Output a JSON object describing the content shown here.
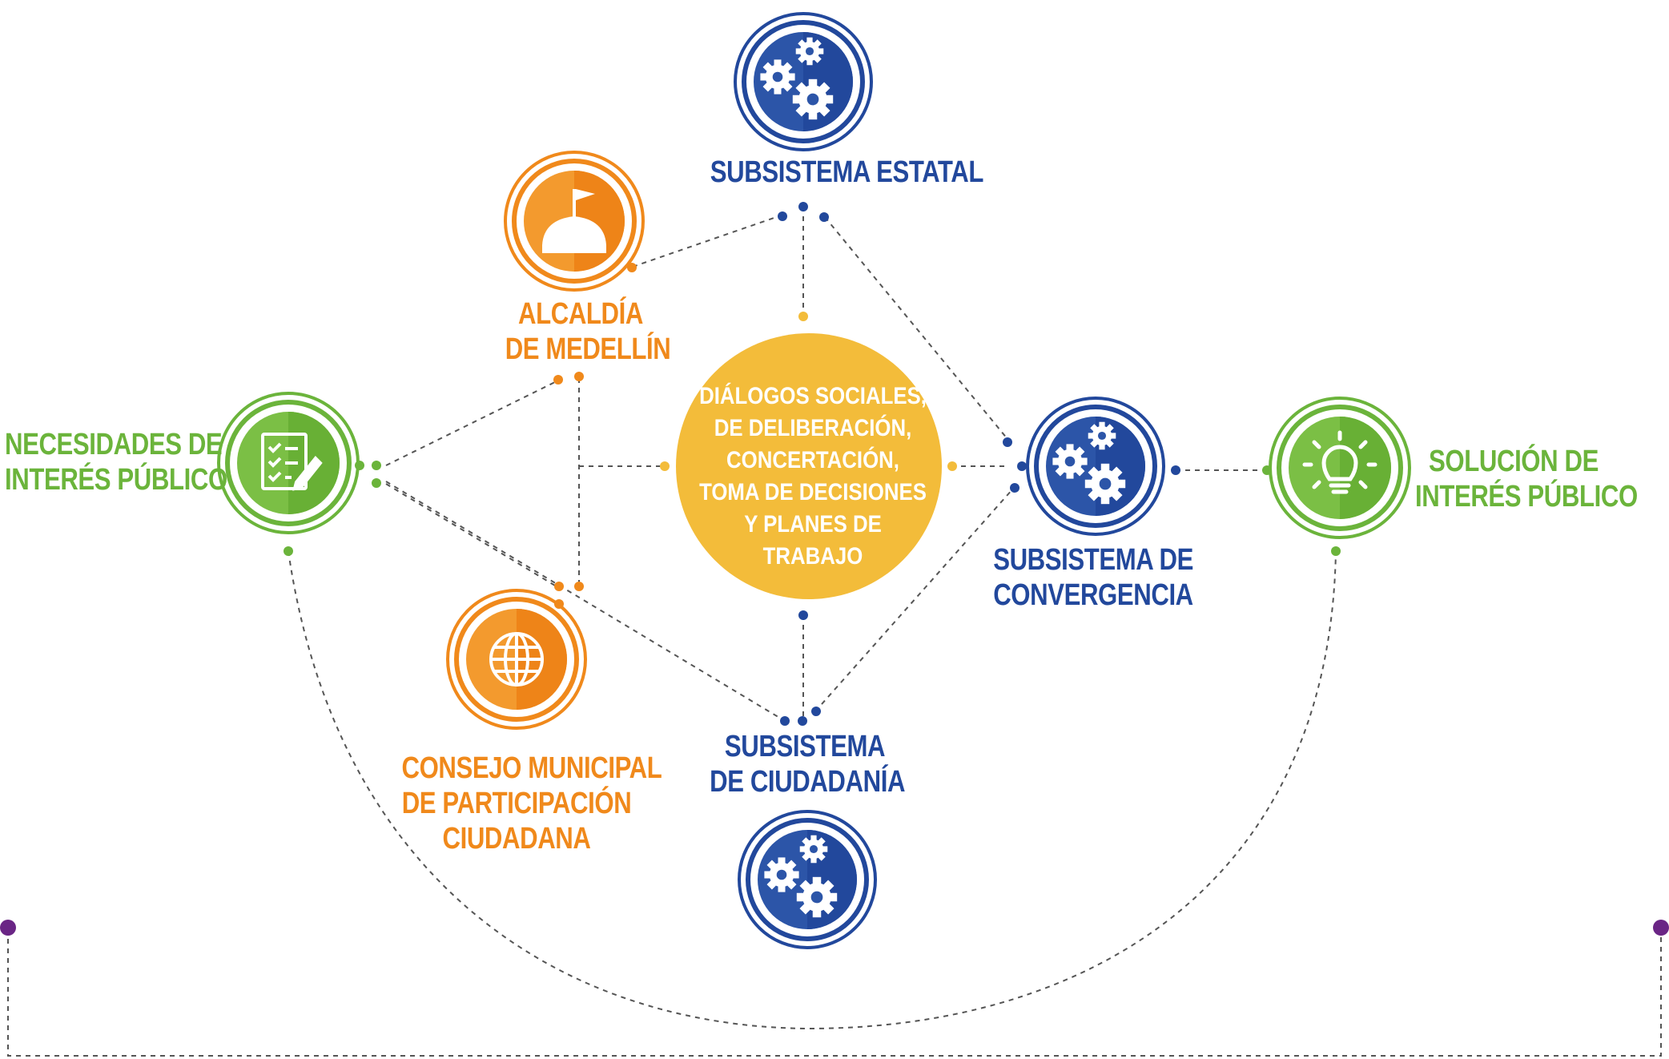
{
  "colors": {
    "blue": "#22489c",
    "orange": "#f0891b",
    "green": "#6bb43b",
    "yellow": "#f3bc3a",
    "purple": "#6a2585",
    "line": "#555555"
  },
  "center": {
    "lines": [
      "DIÁLOGOS SOCIALES,",
      "DE DELIBERACIÓN,",
      "CONCERTACIÓN,",
      "TOMA DE DECISIONES",
      "Y PLANES DE TRABAJO"
    ]
  },
  "nodes": {
    "estatal": {
      "lines": [
        "SUBSISTEMA ESTATAL"
      ],
      "icon": "gears-icon"
    },
    "alcaldia": {
      "lines": [
        "ALCALDÍA",
        "DE MEDELLÍN"
      ],
      "icon": "flag-dome-icon"
    },
    "necesidades": {
      "lines": [
        "NECESIDADES DE",
        "INTERÉS PÚBLICO"
      ],
      "icon": "checklist-pen-icon"
    },
    "consejo": {
      "lines": [
        "CONSEJO MUNICIPAL",
        "DE PARTICIPACIÓN",
        "CIUDADANA"
      ],
      "icon": "globe-icon"
    },
    "ciudadania": {
      "lines": [
        "SUBSISTEMA",
        "DE CIUDADANÍA"
      ],
      "icon": "gears-icon"
    },
    "convergencia": {
      "lines": [
        "SUBSISTEMA DE",
        "CONVERGENCIA"
      ],
      "icon": "gears-icon"
    },
    "solucion": {
      "lines": [
        "SOLUCIÓN DE",
        "INTERÉS  PÚBLICO"
      ],
      "icon": "lightbulb-icon"
    }
  }
}
